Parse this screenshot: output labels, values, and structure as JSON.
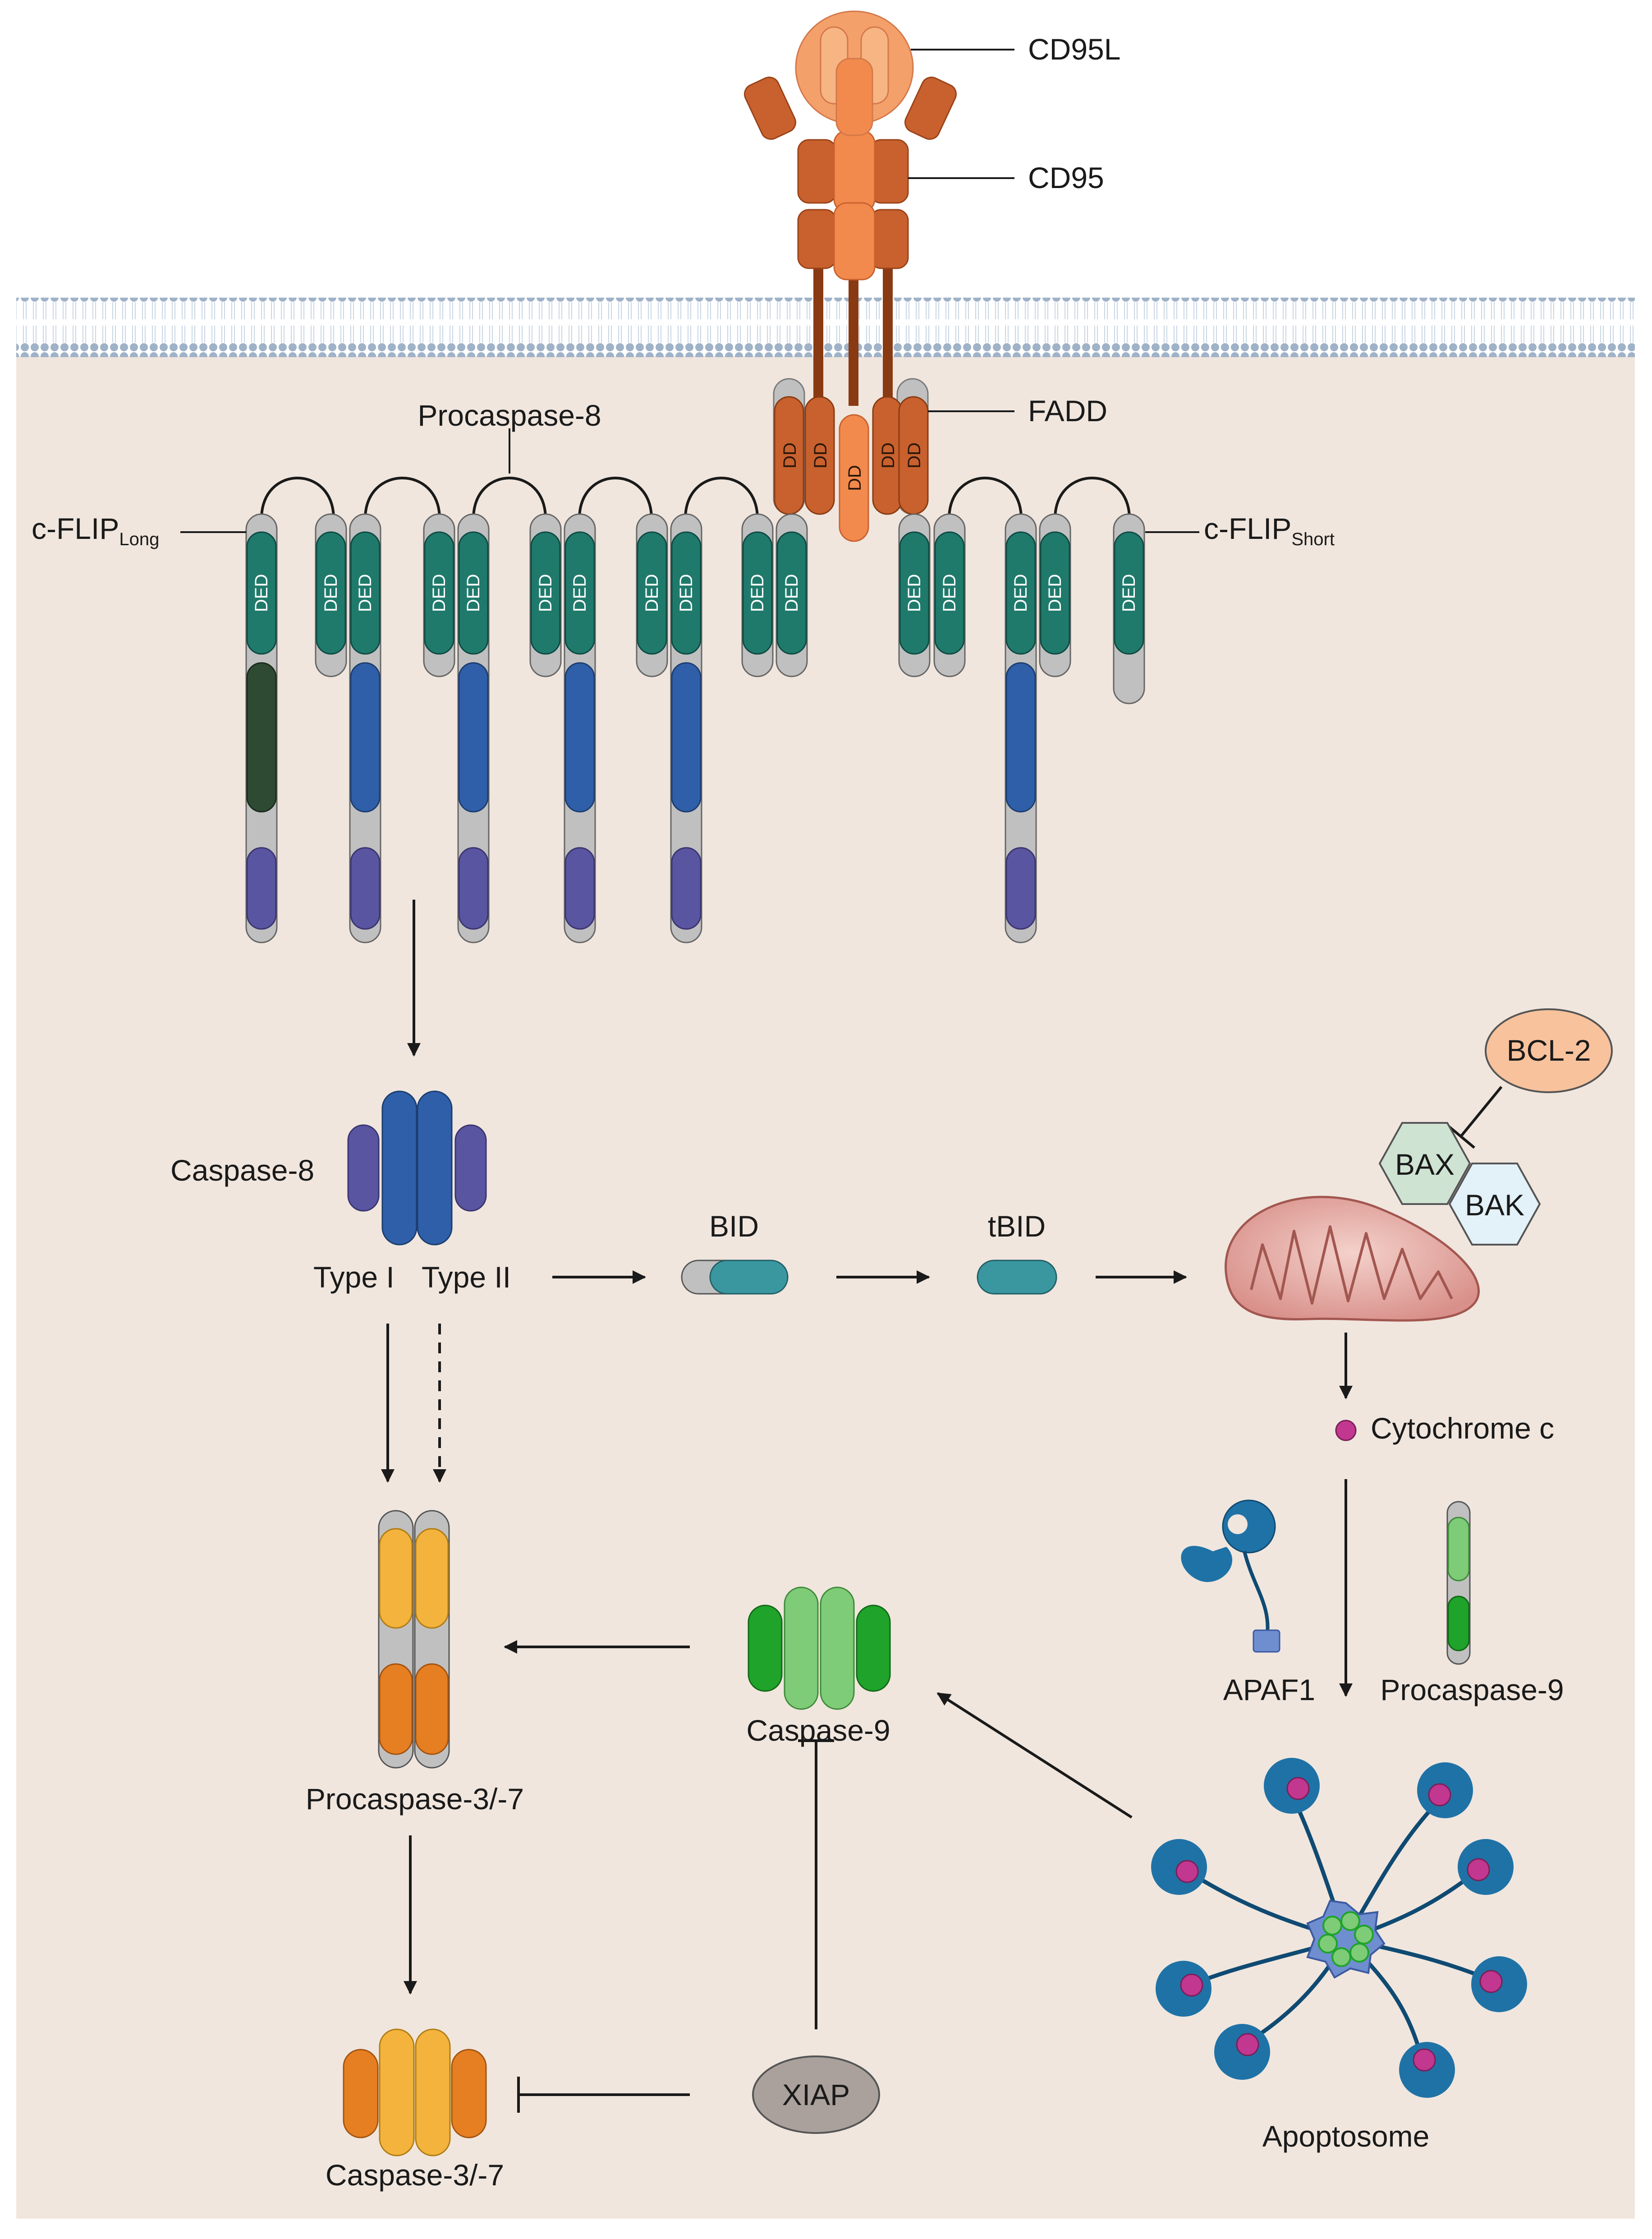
{
  "labels": {
    "cd95l": "CD95L",
    "cd95": "CD95",
    "fadd": "FADD",
    "procaspase8": "Procaspase-8",
    "cflip_long_main": "c-FLIP",
    "cflip_long_sub": "Long",
    "cflip_short_main": "c-FLIP",
    "cflip_short_sub": "Short",
    "caspase8": "Caspase-8",
    "type1": "Type I",
    "type2": "Type II",
    "bid": "BID",
    "tbid": "tBID",
    "bcl2": "BCL-2",
    "bax": "BAX",
    "bak": "BAK",
    "cytochrome_c": "Cytochrome c",
    "apaf1": "APAF1",
    "procaspase9": "Procaspase-9",
    "caspase9": "Caspase-9",
    "procaspase37": "Procaspase-3/-7",
    "caspase37": "Caspase-3/-7",
    "xiap": "XIAP",
    "apoptosome": "Apoptosome"
  },
  "domain_labels": {
    "ded": "DED",
    "dd": "DD"
  },
  "colors": {
    "cytoplasm": "#f0e6de",
    "membrane": "#9fb2c8",
    "ligand": "#f4a06b",
    "receptor": "#c8612e",
    "fadd": "#c8612e",
    "ded": "#1f7a6c",
    "procaspase8_large": "#2f5fa8",
    "procaspase8_small": "#5a55a0",
    "cflip_long_dark": "#2f4a33",
    "executioner_light": "#f3b33d",
    "executioner_dark": "#e67f22",
    "caspase9_dark": "#1fa32a",
    "caspase9_light": "#7ecb78",
    "bid": "#3a97a0",
    "bcl2": "#f7c29c",
    "bax": "#cfe3d3",
    "bak": "#e3f1f8",
    "mitochondrion": "#d9908a",
    "cytochrome": "#c2378f",
    "apaf1": "#1f72a6",
    "xiap": "#aaa19c"
  }
}
